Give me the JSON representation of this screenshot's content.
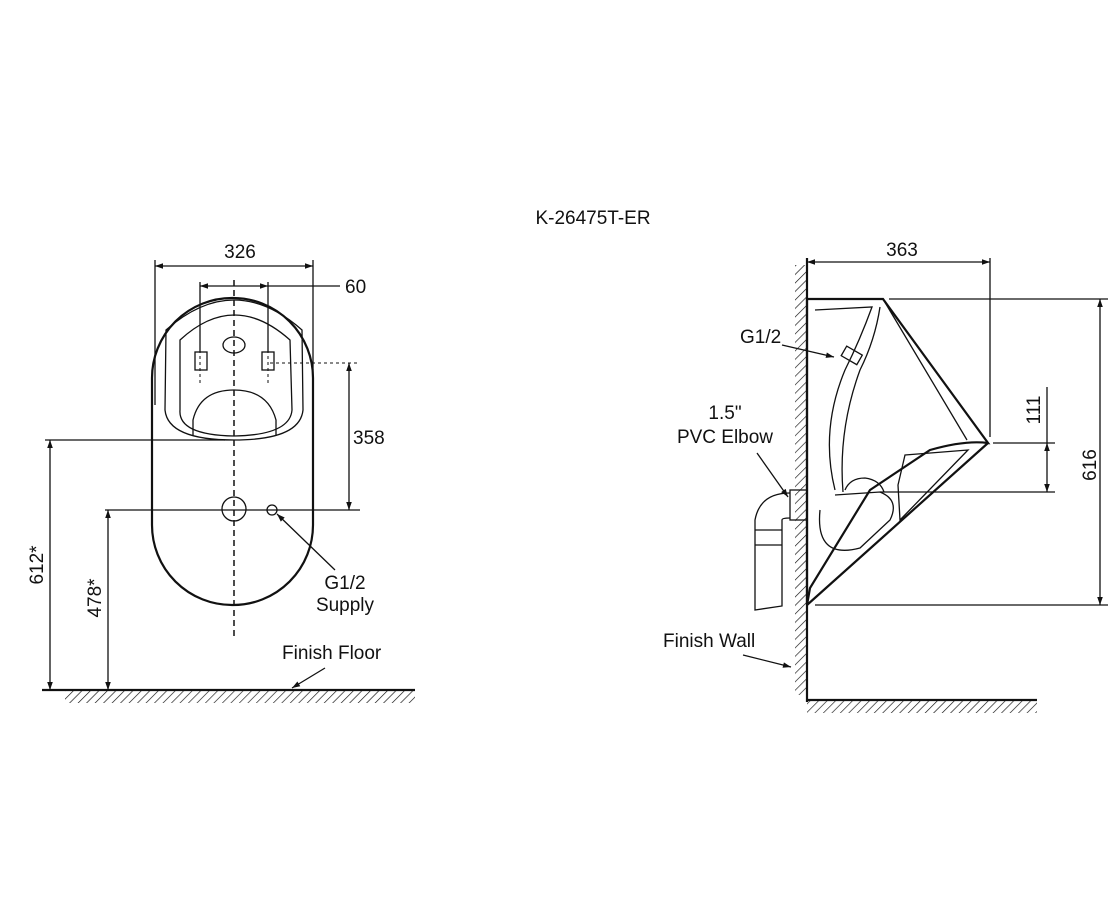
{
  "title": "K-26475T-ER",
  "front_view": {
    "dim_width": "326",
    "dim_spacing": "60",
    "dim_358": "358",
    "dim_612": "612*",
    "dim_478": "478*",
    "supply_label_1": "G1/2",
    "supply_label_2": "Supply",
    "floor_label": "Finish Floor"
  },
  "side_view": {
    "dim_depth": "363",
    "dim_height": "616",
    "dim_111": "111",
    "inlet_label": "G1/2",
    "elbow_label_1": "1.5\"",
    "elbow_label_2": "PVC Elbow",
    "wall_label": "Finish Wall"
  }
}
